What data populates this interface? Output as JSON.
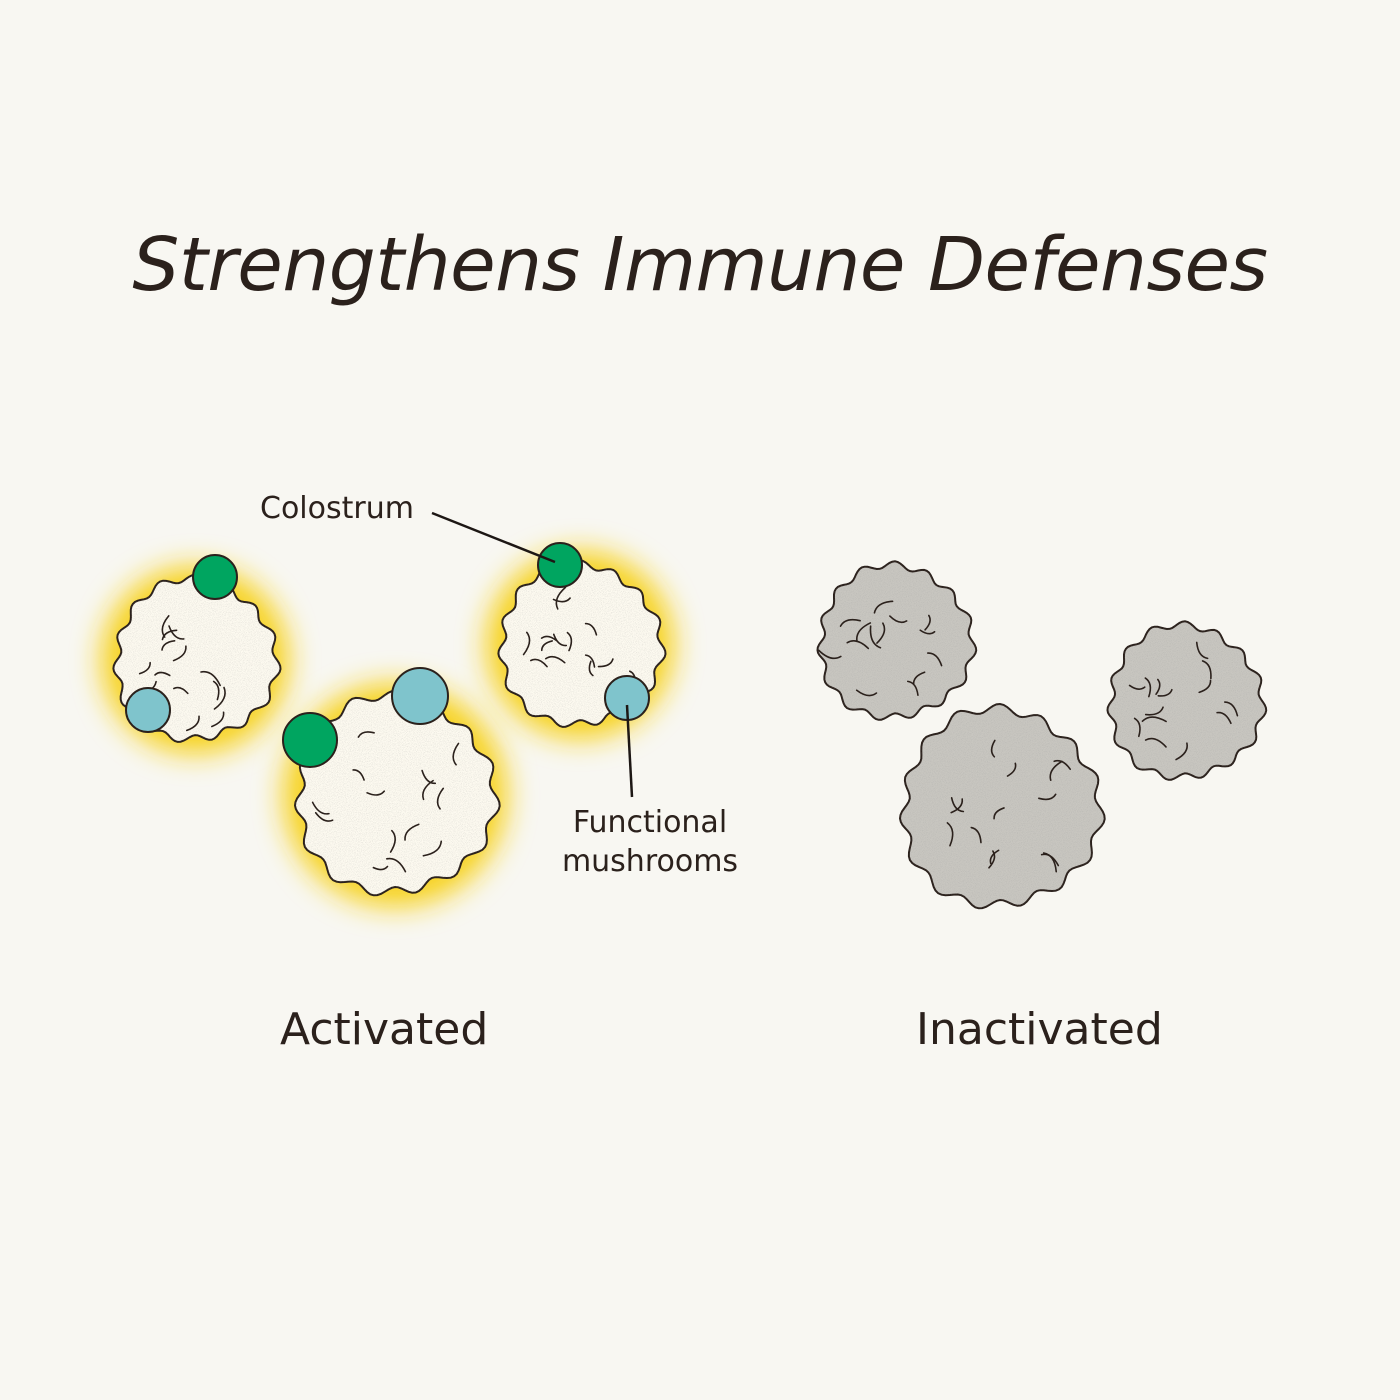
{
  "title": "Strengthens Immune Defenses",
  "annotations": {
    "colostrum": "Colostrum",
    "mushrooms_line1": "Functional",
    "mushrooms_line2": "mushrooms"
  },
  "groups": {
    "activated": "Activated",
    "inactivated": "Inactivated"
  },
  "colors": {
    "glow": "#f7d21e",
    "active_cell": "#fdfaf0",
    "inactive_cell": "#c8c6c0",
    "colostrum": "#00a560",
    "mushrooms": "#7fc4cc",
    "outline": "#2b211c"
  }
}
